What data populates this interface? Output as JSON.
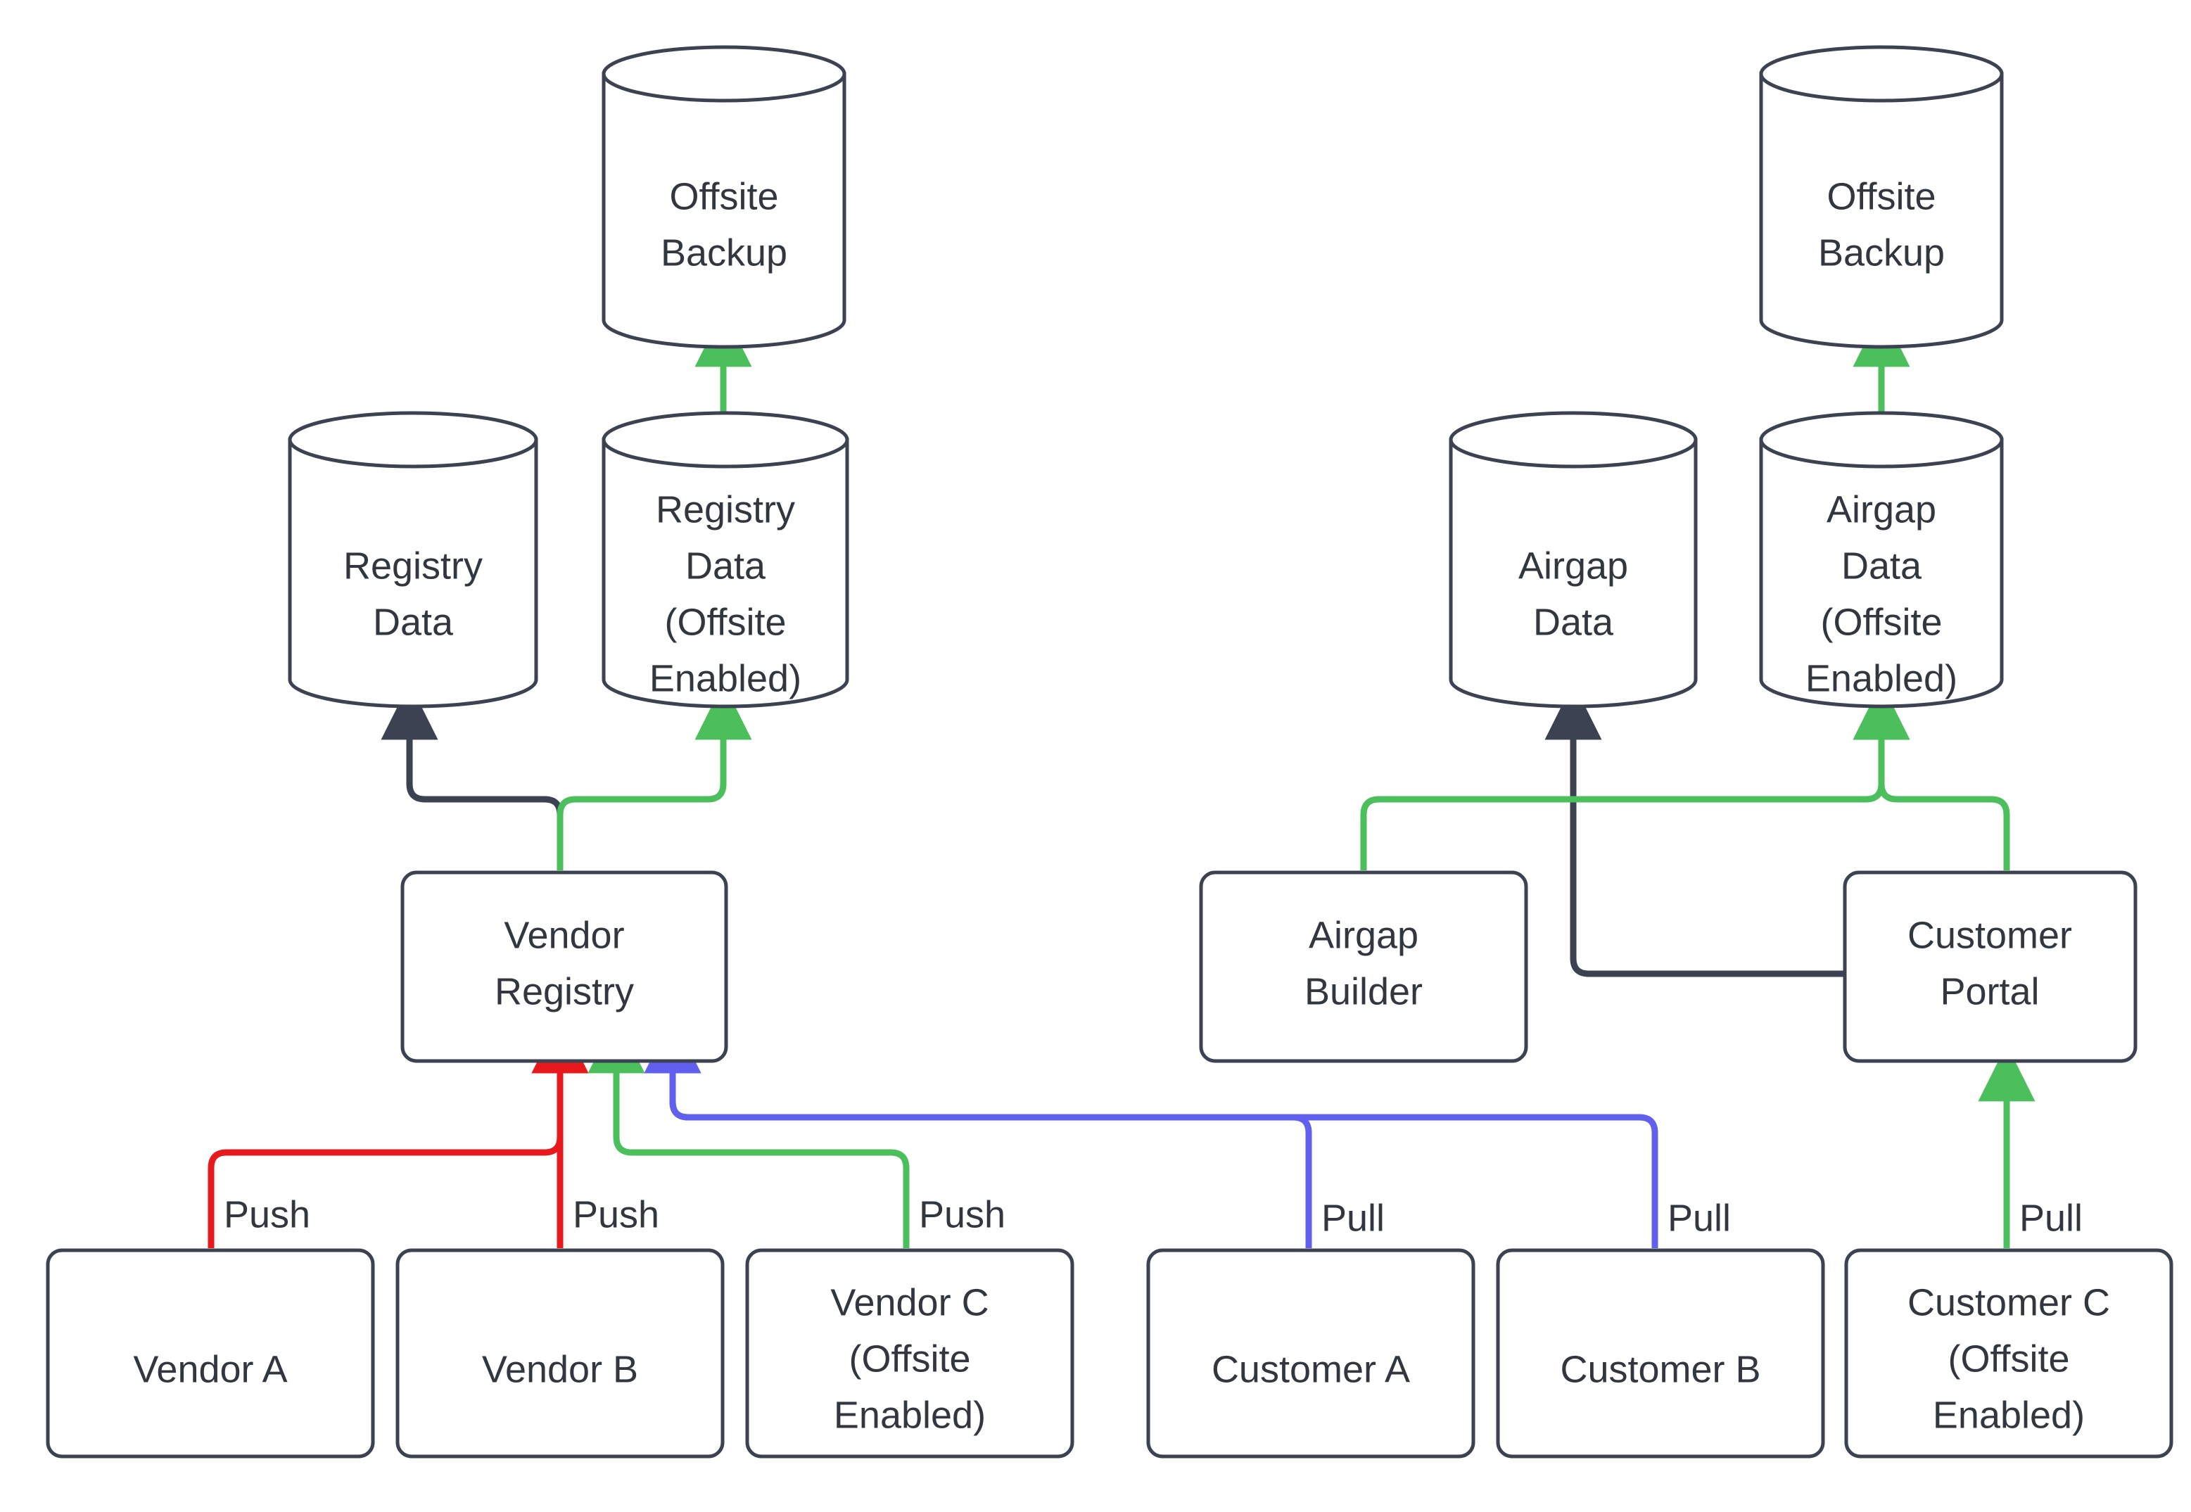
{
  "diagram": {
    "title": "Vendor registry and customer airgap data flow",
    "background": "#ffffff",
    "colors": {
      "stroke": "#3c4251",
      "text": "#32373f",
      "green": "#4cbf5d",
      "red": "#e8191c",
      "blue": "#6160ee",
      "dark": "#3c4251"
    },
    "nodes": {
      "offsite_backup_left": {
        "label_line1": "Offsite",
        "label_line2": "Backup",
        "shape": "cylinder"
      },
      "offsite_backup_right": {
        "label_line1": "Offsite",
        "label_line2": "Backup",
        "shape": "cylinder"
      },
      "registry_data": {
        "label_line1": "Registry",
        "label_line2": "Data",
        "shape": "cylinder"
      },
      "registry_data_offsite": {
        "label_line1": "Registry",
        "label_line2": "Data",
        "label_line3": "(Offsite",
        "label_line4": "Enabled)",
        "shape": "cylinder"
      },
      "airgap_data": {
        "label_line1": "Airgap",
        "label_line2": "Data",
        "shape": "cylinder"
      },
      "airgap_data_offsite": {
        "label_line1": "Airgap",
        "label_line2": "Data",
        "label_line3": "(Offsite",
        "label_line4": "Enabled)",
        "shape": "cylinder"
      },
      "vendor_registry": {
        "label_line1": "Vendor",
        "label_line2": "Registry",
        "shape": "rounded-rect"
      },
      "airgap_builder": {
        "label_line1": "Airgap",
        "label_line2": "Builder",
        "shape": "rounded-rect"
      },
      "customer_portal": {
        "label_line1": "Customer",
        "label_line2": "Portal",
        "shape": "rounded-rect"
      },
      "vendor_a": {
        "label_line1": "Vendor A",
        "shape": "rounded-rect"
      },
      "vendor_b": {
        "label_line1": "Vendor B",
        "shape": "rounded-rect"
      },
      "vendor_c": {
        "label_line1": "Vendor C",
        "label_line2": "(Offsite",
        "label_line3": "Enabled)",
        "shape": "rounded-rect"
      },
      "customer_a": {
        "label_line1": "Customer A",
        "shape": "rounded-rect"
      },
      "customer_b": {
        "label_line1": "Customer B",
        "shape": "rounded-rect"
      },
      "customer_c": {
        "label_line1": "Customer C",
        "label_line2": "(Offsite",
        "label_line3": "Enabled)",
        "shape": "rounded-rect"
      }
    },
    "edge_labels": {
      "push_a": "Push",
      "push_b": "Push",
      "push_c": "Push",
      "pull_a": "Pull",
      "pull_b": "Pull",
      "pull_c": "Pull"
    }
  }
}
